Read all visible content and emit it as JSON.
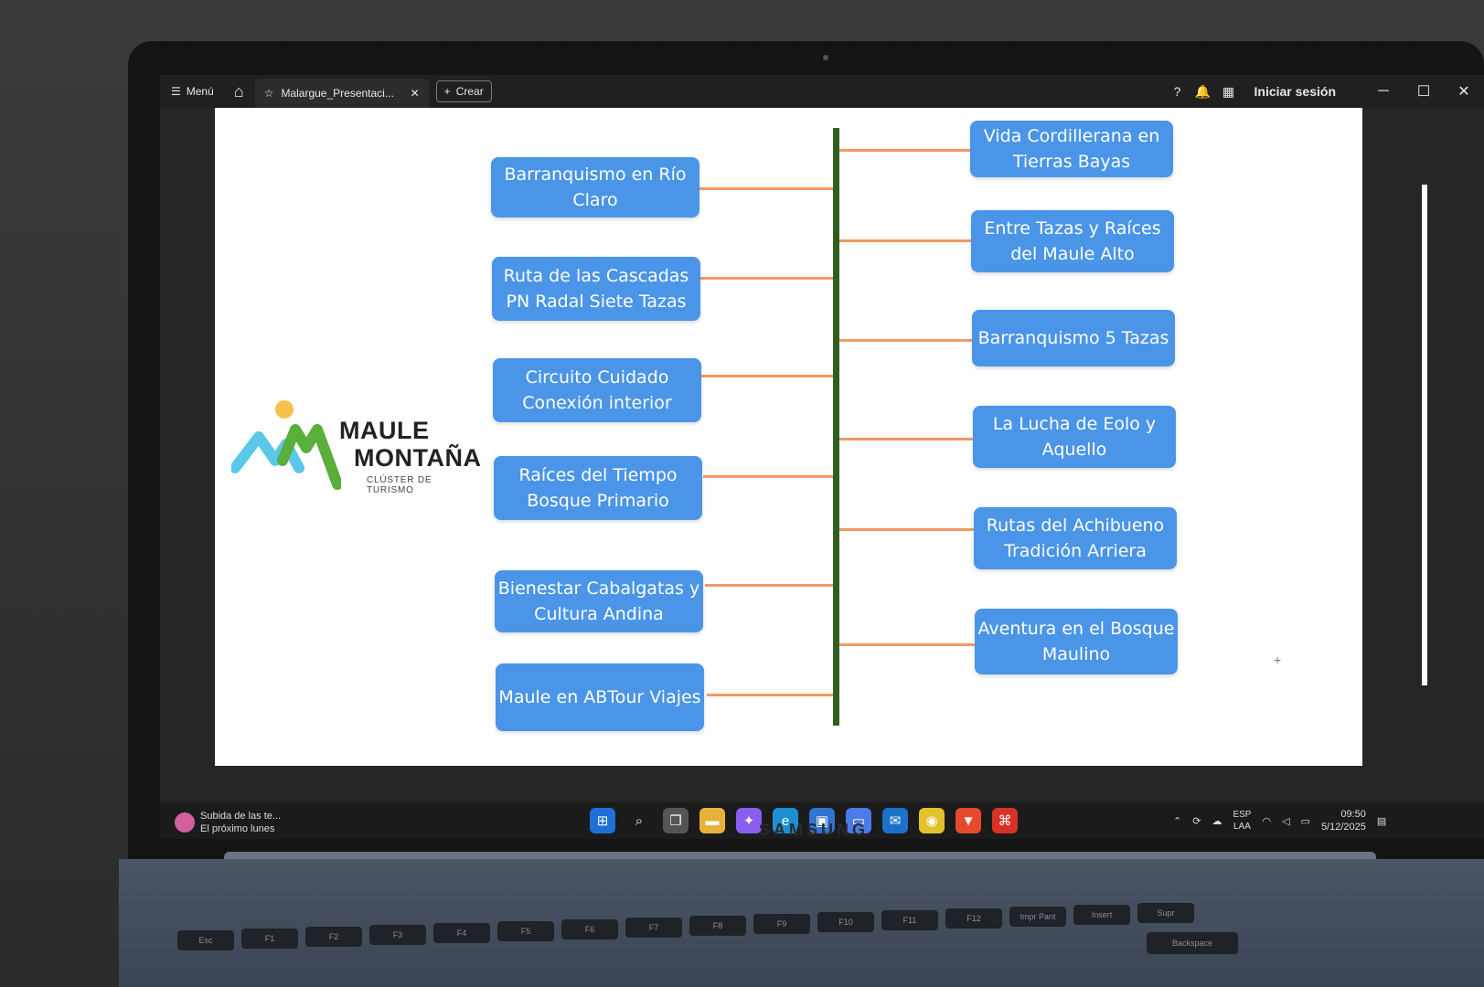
{
  "titlebar": {
    "menu_label": "Menú",
    "tab_title": "Malargue_Presentaci...",
    "create_label": "Crear",
    "signin_label": "Iniciar sesión"
  },
  "slide": {
    "logo": {
      "line1": "MAULE",
      "line2": "MONTAÑA",
      "subtitle": "CLÚSTER DE TURISMO"
    },
    "left_items": [
      "Barranquismo en Río Claro",
      "Ruta de las Cascadas PN Radal Siete Tazas",
      "Circuito Cuidado Conexión interior",
      "Raíces del Tiempo Bosque Primario",
      "Bienestar Cabalgatas y Cultura Andina",
      "Maule en ABTour Viajes"
    ],
    "right_items": [
      "Vida Cordillerana en Tierras Bayas",
      "Entre Tazas y Raíces del Maule Alto",
      "Barranquismo 5 Tazas",
      "La Lucha de Eolo y Aquello",
      "Rutas del Achibueno Tradición Arriera",
      "Aventura en el Bosque Maulino"
    ],
    "colors": {
      "box": "#4a95e8",
      "timeline": "#2f5f1f",
      "connector": "#f19a62"
    }
  },
  "taskbar": {
    "notification_title": "Subida de las te...",
    "notification_subtitle": "El próximo lunes",
    "lang_line1": "ESP",
    "lang_line2": "LAA",
    "time": "09:50",
    "date": "5/12/2025"
  },
  "keyboard": {
    "brand": "SAMSUNG",
    "keys": [
      "Esc",
      "F1",
      "F2",
      "F3",
      "F4",
      "F5",
      "F6",
      "F7",
      "F8",
      "F9",
      "F10",
      "F11",
      "F12",
      "Impr Pant",
      "Insert",
      "Supr"
    ],
    "backspace": "Backspace"
  }
}
